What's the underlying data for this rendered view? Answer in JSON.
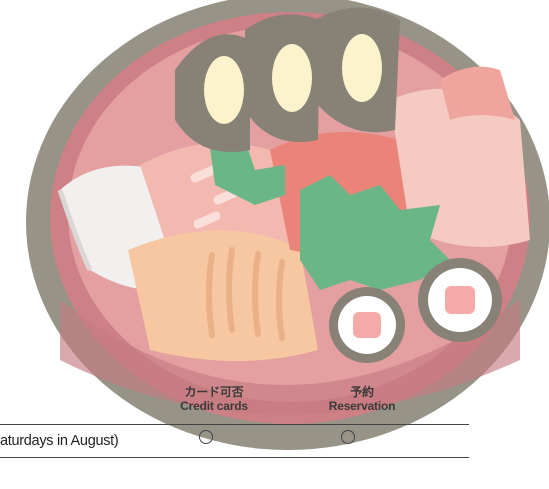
{
  "table": {
    "headers": {
      "credit_cards": {
        "ja": "カード可否",
        "en": "Credit cards"
      },
      "reservation": {
        "ja": "予約",
        "en": "Reservation"
      }
    },
    "row": {
      "note": "aturdays in August)",
      "credit_cards_mark": "circle",
      "reservation_mark": "circle"
    }
  },
  "illustration": {
    "subject": "sushi-platter-icon"
  }
}
